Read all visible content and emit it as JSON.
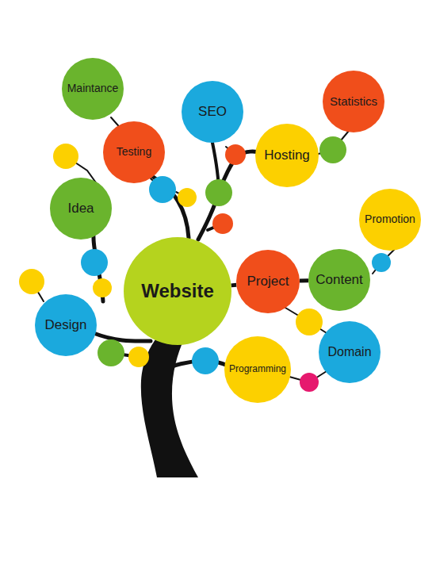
{
  "diagram": {
    "nodes": [
      {
        "text": [
          "Maintance"
        ]
      },
      {
        "text": [
          "SEO"
        ]
      },
      {
        "text": [
          "Statistics"
        ]
      },
      {
        "text": [
          "Testing"
        ]
      },
      {
        "text": [
          "Hosting"
        ]
      },
      {
        "text": [
          "Idea"
        ]
      },
      {
        "text": [
          "Promotion"
        ]
      },
      {
        "text": [
          "Website"
        ]
      },
      {
        "text": [
          "Project"
        ]
      },
      {
        "text": [
          "Content"
        ]
      },
      {
        "text": [
          "Design"
        ]
      },
      {
        "text": [
          "Domain"
        ]
      },
      {
        "text": [
          "Programming"
        ]
      }
    ],
    "edges": [
      {
        "from": 7,
        "to": 8,
        "arrow": "none"
      },
      {
        "from": 8,
        "to": 9,
        "arrow": "none"
      }
    ]
  }
}
